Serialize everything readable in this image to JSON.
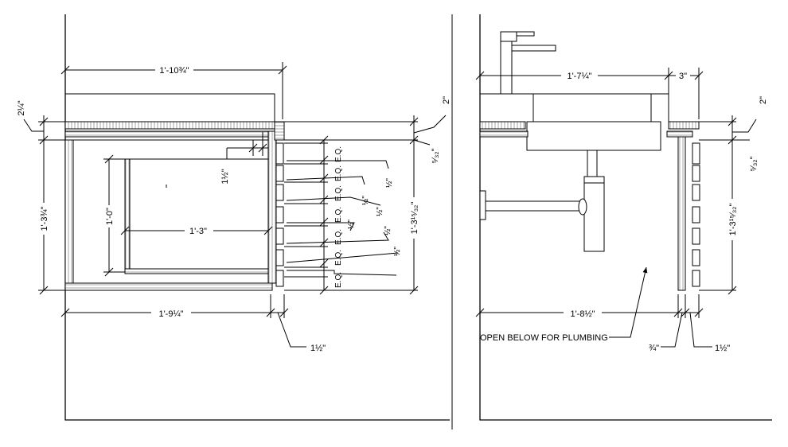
{
  "left_view": {
    "top_width": "1'-10¾\"",
    "bottom_width": "1'-9¼\"",
    "left_height": "1'-3¾\"",
    "inner_height": "1'-0\"",
    "inner_width": "1'-3\"",
    "top_thickness": "2¼\"",
    "top_right_dim": "2\"",
    "right_height": "1'-3¹⁵⁄₃₂\"",
    "right_small": "⁵⁄₃₂\"",
    "slat_gap": "1½\"",
    "inner_offset": "1½\"",
    "eq_label": "E.Q.",
    "half_labels": [
      "½\"",
      "½\"",
      "½\"",
      "½\"",
      "½\"",
      "½\""
    ]
  },
  "right_view": {
    "top_width": "1'-7¼\"",
    "top_right": "3\"",
    "top_right_dim": "2\"",
    "right_small": "⁵⁄₃₂\"",
    "right_height": "1'-3¹⁵⁄₃₂\"",
    "bottom_width": "1'-8½\"",
    "dim_three_quarter": "¾\"",
    "dim_one_half": "1½\"",
    "plumbing_note": "OPEN BELOW FOR PLUMBING"
  }
}
